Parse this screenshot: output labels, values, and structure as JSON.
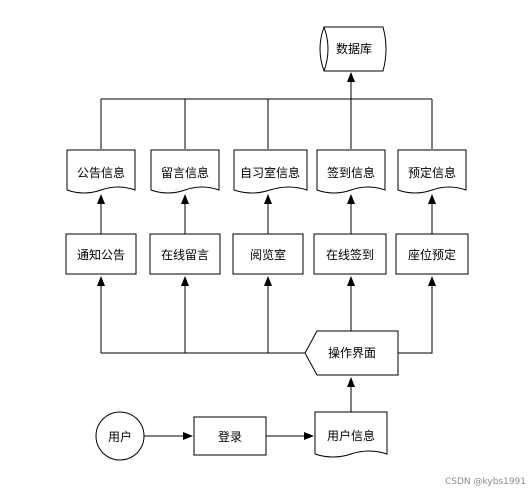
{
  "diagram": {
    "database": "数据库",
    "docs": {
      "notice": "公告信息",
      "message": "留言信息",
      "study_room": "自习室信息",
      "checkin": "签到信息",
      "booking": "预定信息",
      "user_info": "用户信息"
    },
    "modules": {
      "notice": "通知公告",
      "message": "在线留言",
      "reading_room": "阅览室",
      "checkin": "在线签到",
      "booking": "座位预定"
    },
    "operation": "操作界面",
    "user": "用户",
    "login": "登录"
  },
  "watermark": "CSDN @kybs1991"
}
